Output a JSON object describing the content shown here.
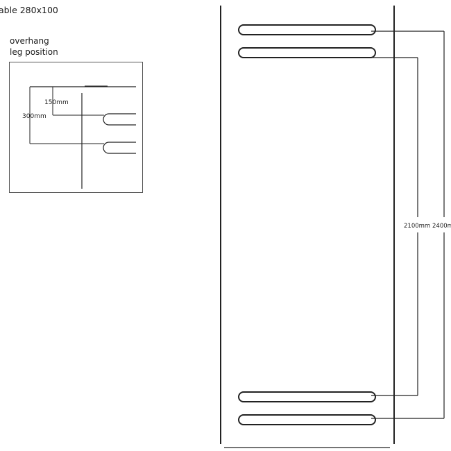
{
  "title": "able 280x100",
  "inset": {
    "caption_line1": "overhang",
    "caption_line2": "leg position",
    "dim_150": "150mm",
    "dim_300": "300mm"
  },
  "main": {
    "dim_2100": "2100mm",
    "dim_2400": "2400m"
  }
}
